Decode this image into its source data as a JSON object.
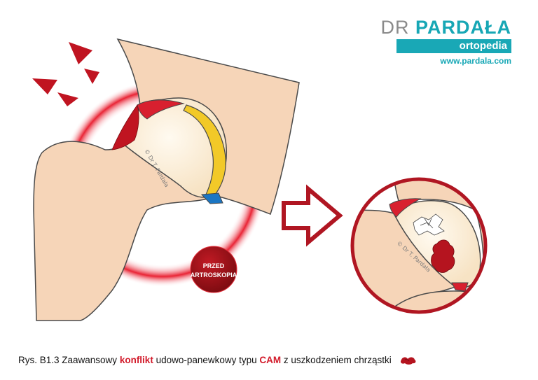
{
  "brand": {
    "name_first": "DR",
    "name_second": "PARDAŁA",
    "tagline": "ortopedia",
    "url": "www.pardala.com",
    "color_primary": "#19a8b6"
  },
  "figure": {
    "badge_line1": "PRZED",
    "badge_line2": "ARTROSKOPIĄ",
    "watermark_main": "© Dr T. Pardała",
    "watermark_zoom": "© Dr T. Pardała",
    "colors": {
      "bone": "#f6d5b8",
      "cartilage": "#fbf1dc",
      "labrum": "#d8202f",
      "damage": "#a1131c",
      "yellow_layer": "#f2c928",
      "blue_layer": "#1b76c3",
      "outline": "#4a4a4a"
    }
  },
  "caption": {
    "prefix": "Rys. B1.3 Zaawansowy ",
    "term1": "konflikt",
    "middle": " udowo-panewkowy typu ",
    "term2": "CAM",
    "suffix": " z uszkodzeniem chrząstki",
    "icon": "cartilage-damage-icon"
  }
}
